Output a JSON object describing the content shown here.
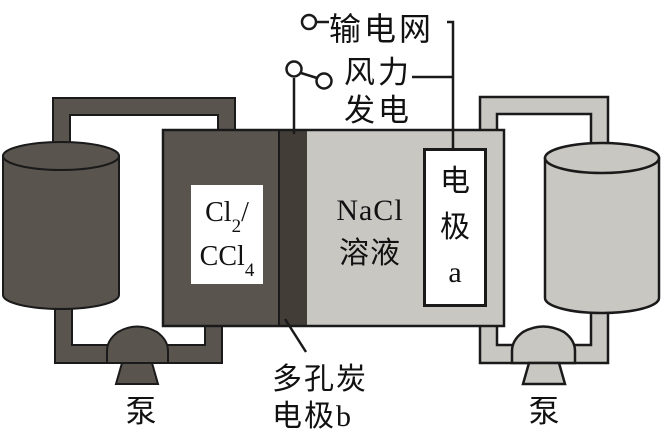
{
  "colors": {
    "dark": "#5A544E",
    "strip": "#433D37",
    "light": "#C9C7C2",
    "outline": "#1A1A1A",
    "paper": "#FFFFFF"
  },
  "power": {
    "grid_label": "输电网",
    "wind_line1": "风力",
    "wind_line2": "发电"
  },
  "cell": {
    "formula": {
      "base1": "Cl",
      "sub1": "2",
      "sep": "/",
      "base2": "CCl",
      "sub2": "4"
    },
    "solution_line1": "NaCl",
    "solution_line2": "溶液",
    "electrode_a": {
      "c1": "电",
      "c2": "极",
      "c3": "a"
    },
    "electrode_b_line1": "多孔炭",
    "electrode_b_line2": "电极b"
  },
  "pumps": {
    "left_label": "泵",
    "right_label": "泵"
  }
}
